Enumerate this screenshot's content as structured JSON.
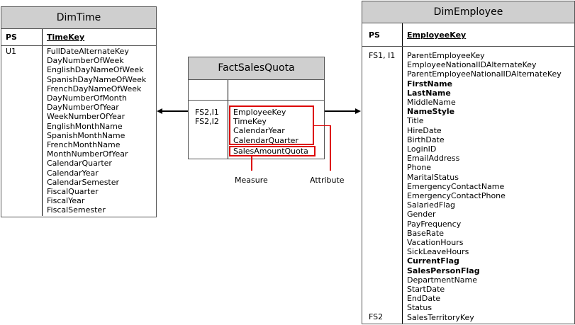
{
  "dim_time": {
    "title": "DimTime",
    "pk_header": "PS",
    "pk": "TimeKey",
    "key_label": "U1",
    "columns": [
      "FullDateAlternateKey",
      "DayNumberOfWeek",
      "EnglishDayNameOfWeek",
      "SpanishDayNameOfWeek",
      "FrenchDayNameOfWeek",
      "DayNumberOfMonth",
      "DayNumberOfYear",
      "WeekNumberOfYear",
      "EnglishMonthName",
      "SpanishMonthName",
      "FrenchMonthName",
      "MonthNumberOfYear",
      "CalendarQuarter",
      "CalendarYear",
      "CalendarSemester",
      "FiscalQuarter",
      "FiscalYear",
      "FiscalSemester"
    ]
  },
  "fact": {
    "title": "FactSalesQuota",
    "keys": [
      "FS2,I1",
      "FS2,I2"
    ],
    "attributes": [
      "EmployeeKey",
      "TimeKey",
      "CalendarYear",
      "CalendarQuarter"
    ],
    "measure": "SalesAmountQuota",
    "measure_label": "Measure",
    "attribute_label": "Attribute",
    "highlight_color": "#dd0000"
  },
  "dim_employee": {
    "title": "DimEmployee",
    "pk_header": "PS",
    "pk": "EmployeeKey",
    "key_label_top": "FS1, I1",
    "key_label_bottom": "FS2",
    "columns": [
      {
        "t": "ParentEmployeeKey"
      },
      {
        "t": "EmployeeNationalIDAlternateKey"
      },
      {
        "t": "ParentEmployeeNationalIDAlternateKey"
      },
      {
        "t": "FirstName",
        "b": true
      },
      {
        "t": "LastName",
        "b": true
      },
      {
        "t": "MiddleName"
      },
      {
        "t": "NameStyle",
        "b": true
      },
      {
        "t": "Title"
      },
      {
        "t": "HireDate"
      },
      {
        "t": "BirthDate"
      },
      {
        "t": "LoginID"
      },
      {
        "t": "EmailAddress"
      },
      {
        "t": "Phone"
      },
      {
        "t": "MaritalStatus"
      },
      {
        "t": "EmergencyContactName"
      },
      {
        "t": "EmergencyContactPhone"
      },
      {
        "t": "SalariedFlag"
      },
      {
        "t": "Gender"
      },
      {
        "t": "PayFrequency"
      },
      {
        "t": "BaseRate"
      },
      {
        "t": "VacationHours"
      },
      {
        "t": "SickLeaveHours"
      },
      {
        "t": "CurrentFlag",
        "b": true
      },
      {
        "t": "SalesPersonFlag",
        "b": true
      },
      {
        "t": "DepartmentName"
      },
      {
        "t": "StartDate"
      },
      {
        "t": "EndDate"
      },
      {
        "t": "Status"
      },
      {
        "t": "SalesTerritoryKey"
      }
    ]
  }
}
